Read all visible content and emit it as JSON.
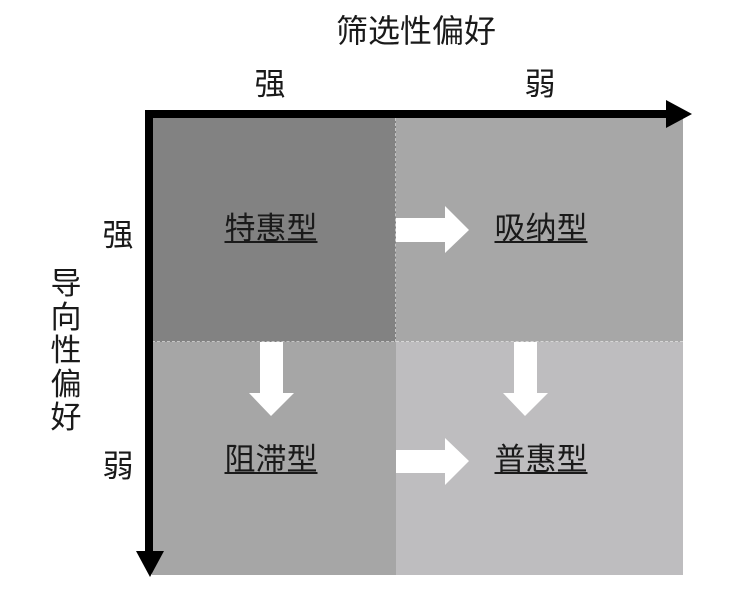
{
  "diagram": {
    "type": "2x2 quadrant matrix",
    "x_axis": {
      "title": "筛选性偏好",
      "ticks": [
        "强",
        "弱"
      ],
      "direction": "left-to-right"
    },
    "y_axis": {
      "title": "导向性偏好",
      "ticks": [
        "强",
        "弱"
      ],
      "direction": "top-to-bottom"
    },
    "quadrants": [
      {
        "position": "top-left",
        "label": "特惠型",
        "color": "#828282"
      },
      {
        "position": "top-right",
        "label": "吸纳型",
        "color": "#a7a7a7"
      },
      {
        "position": "bottom-left",
        "label": "阻滞型",
        "color": "#a6a6a6"
      },
      {
        "position": "bottom-right",
        "label": "普惠型",
        "color": "#bebdbf"
      }
    ],
    "transitions": [
      {
        "from": "特惠型",
        "to": "吸纳型",
        "direction": "right"
      },
      {
        "from": "特惠型",
        "to": "阻滞型",
        "direction": "down"
      },
      {
        "from": "吸纳型",
        "to": "普惠型",
        "direction": "down"
      },
      {
        "from": "阻滞型",
        "to": "普惠型",
        "direction": "right"
      }
    ],
    "colors": {
      "axis": "#000000",
      "arrow": "#ffffff",
      "text": "#1a1a1a"
    }
  }
}
